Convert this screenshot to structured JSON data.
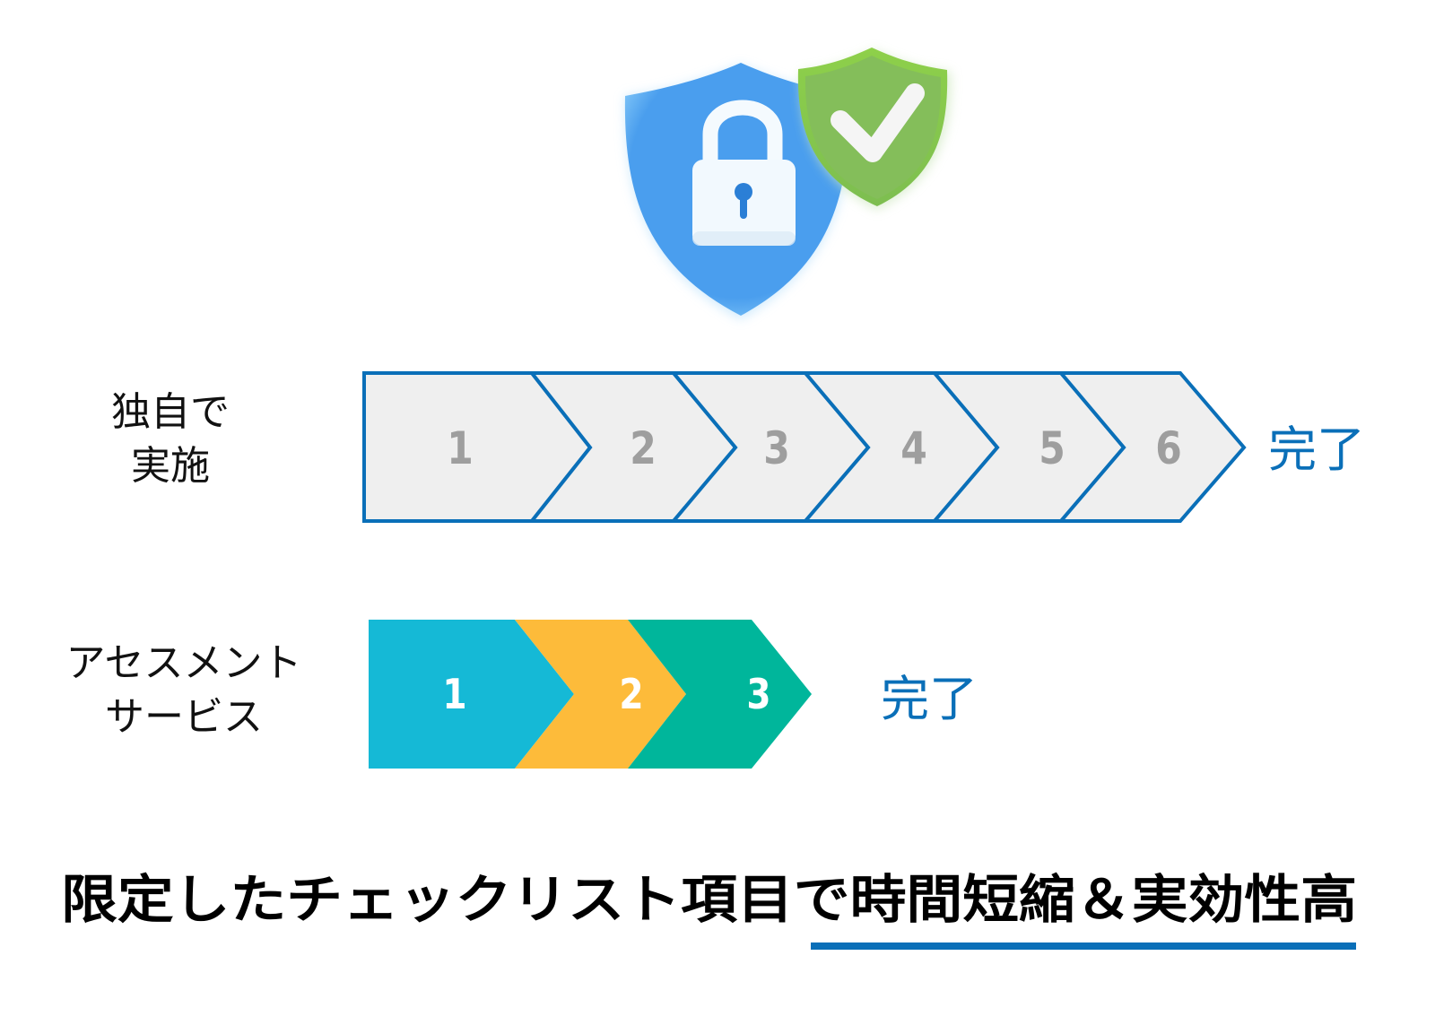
{
  "colors": {
    "outline_blue": "#0A6FB8",
    "step_fill_gray": "#EFEFEF",
    "step_number_gray": "#9E9E9E",
    "step1_cyan": "#15B9D6",
    "step2_yellow": "#FDBB3A",
    "step3_teal": "#00B69B",
    "done_text": "#0A6FB8",
    "shield_blue": "#4A9EEE",
    "shield_green": "#84BE5A",
    "caption_text": "#000000",
    "caption_underline": "#0A6FB8"
  },
  "icon": {
    "name": "security-shield-lock-check-icon",
    "parts": [
      "blue-shield",
      "padlock",
      "green-shield",
      "checkmark"
    ]
  },
  "rows": [
    {
      "label_lines": [
        "独自で",
        "実施"
      ],
      "steps": [
        "1",
        "2",
        "3",
        "4",
        "5",
        "6"
      ],
      "style": "outlined-gray",
      "done_label": "完了"
    },
    {
      "label_lines": [
        "アセスメント",
        "サービス"
      ],
      "steps": [
        "1",
        "2",
        "3"
      ],
      "style": "filled-color",
      "done_label": "完了"
    }
  ],
  "caption": {
    "text_plain": "限定したチェックリスト項目で",
    "text_underlined": "時間短縮＆実効性高",
    "full_text": "限定したチェックリスト項目で時間短縮＆実効性高"
  }
}
